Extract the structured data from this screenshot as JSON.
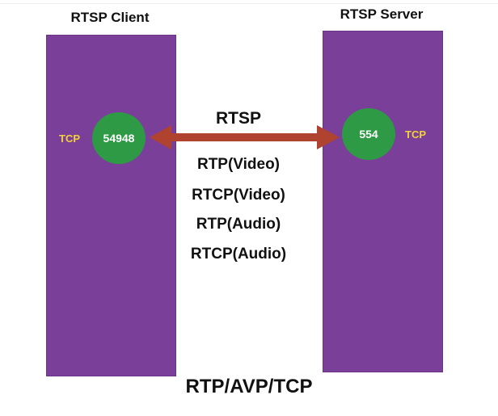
{
  "client": {
    "title": "RTSP Client",
    "transport": "TCP",
    "port": "54948"
  },
  "server": {
    "title": "RTSP Server",
    "transport": "TCP",
    "port": "554"
  },
  "arrow_label": "RTSP",
  "streams": [
    "RTP(Video)",
    "RTCP(Video)",
    "RTP(Audio)",
    "RTCP(Audio)"
  ],
  "footer": "RTP/AVP/TCP",
  "colors": {
    "box": "#7a3f98",
    "port": "#2e9a46",
    "arrow": "#b0432f",
    "transport": "#f2d23a"
  }
}
